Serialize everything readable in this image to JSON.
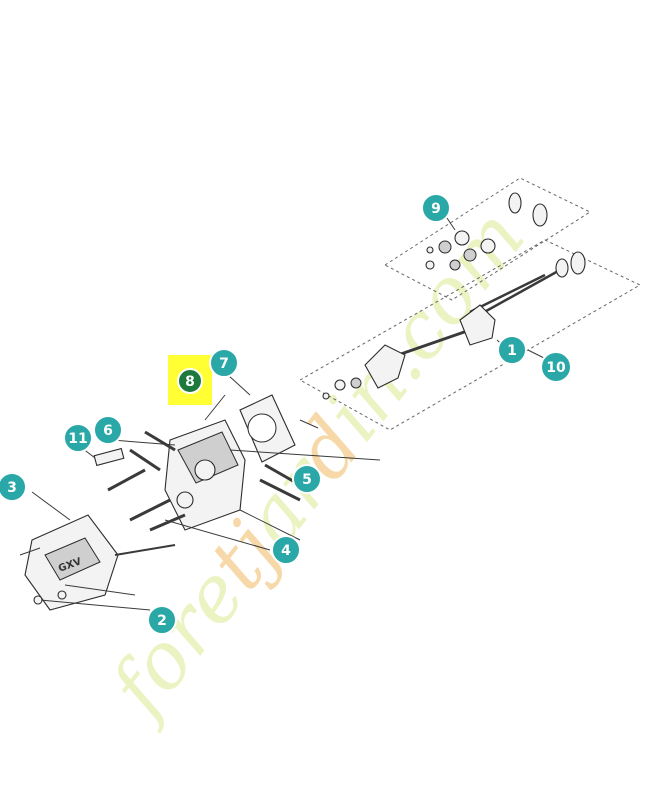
{
  "watermark": {
    "text": "foretjardin.com",
    "color_main": "#e8f1b8",
    "color_accent": "#f6d39b"
  },
  "highlight_color": "#ffff33",
  "callout_color": "#2aa7a7",
  "callout_highlight_color": "#1e7a3c",
  "callouts": [
    {
      "id": "1",
      "label": "1"
    },
    {
      "id": "2",
      "label": "2"
    },
    {
      "id": "3",
      "label": "3"
    },
    {
      "id": "4",
      "label": "4"
    },
    {
      "id": "5",
      "label": "5"
    },
    {
      "id": "6",
      "label": "6"
    },
    {
      "id": "7",
      "label": "7"
    },
    {
      "id": "8",
      "label": "8",
      "highlighted": true
    },
    {
      "id": "9",
      "label": "9"
    },
    {
      "id": "10",
      "label": "10"
    },
    {
      "id": "11",
      "label": "11"
    }
  ],
  "engraving": "GXV"
}
